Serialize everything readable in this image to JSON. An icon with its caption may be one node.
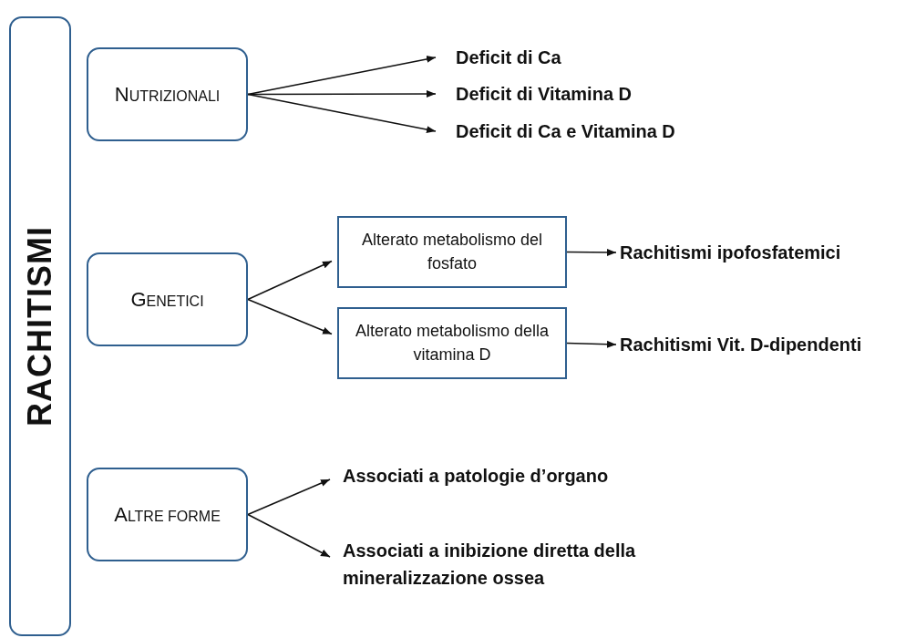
{
  "diagram": {
    "nodes": [
      {
        "text": [
          "RACHITISMI"
        ]
      },
      {
        "text": [
          "NUTRIZIONALI"
        ]
      },
      {
        "text": [
          "Deficit di Ca"
        ]
      },
      {
        "text": [
          "Deficit di Vitamina D"
        ]
      },
      {
        "text": [
          "Deficit di Ca e Vitamina D"
        ]
      },
      {
        "text": [
          "GENETICI"
        ]
      },
      {
        "text": [
          "Alterato metabolismo del fosfato"
        ]
      },
      {
        "text": [
          "Rachitismi ipofosfatemici"
        ]
      },
      {
        "text": [
          "Alterato metabolismo della vitamina D"
        ]
      },
      {
        "text": [
          "Rachitismi Vit. D-dipendenti"
        ]
      },
      {
        "text": [
          "ALTRE FORME"
        ]
      },
      {
        "text": [
          "Associati a patologie d’organo"
        ]
      },
      {
        "text": [
          "Associati a inibizione diretta della mineralizzazione ossea"
        ]
      }
    ],
    "edges": [
      {
        "from": 1,
        "to": 2,
        "arrow": "to"
      },
      {
        "from": 1,
        "to": 3,
        "arrow": "to"
      },
      {
        "from": 1,
        "to": 4,
        "arrow": "to"
      },
      {
        "from": 5,
        "to": 6,
        "arrow": "to"
      },
      {
        "from": 5,
        "to": 8,
        "arrow": "to"
      },
      {
        "from": 6,
        "to": 7,
        "arrow": "to"
      },
      {
        "from": 8,
        "to": 9,
        "arrow": "to"
      },
      {
        "from": 10,
        "to": 11,
        "arrow": "to"
      },
      {
        "from": 10,
        "to": 12,
        "arrow": "to"
      }
    ]
  }
}
